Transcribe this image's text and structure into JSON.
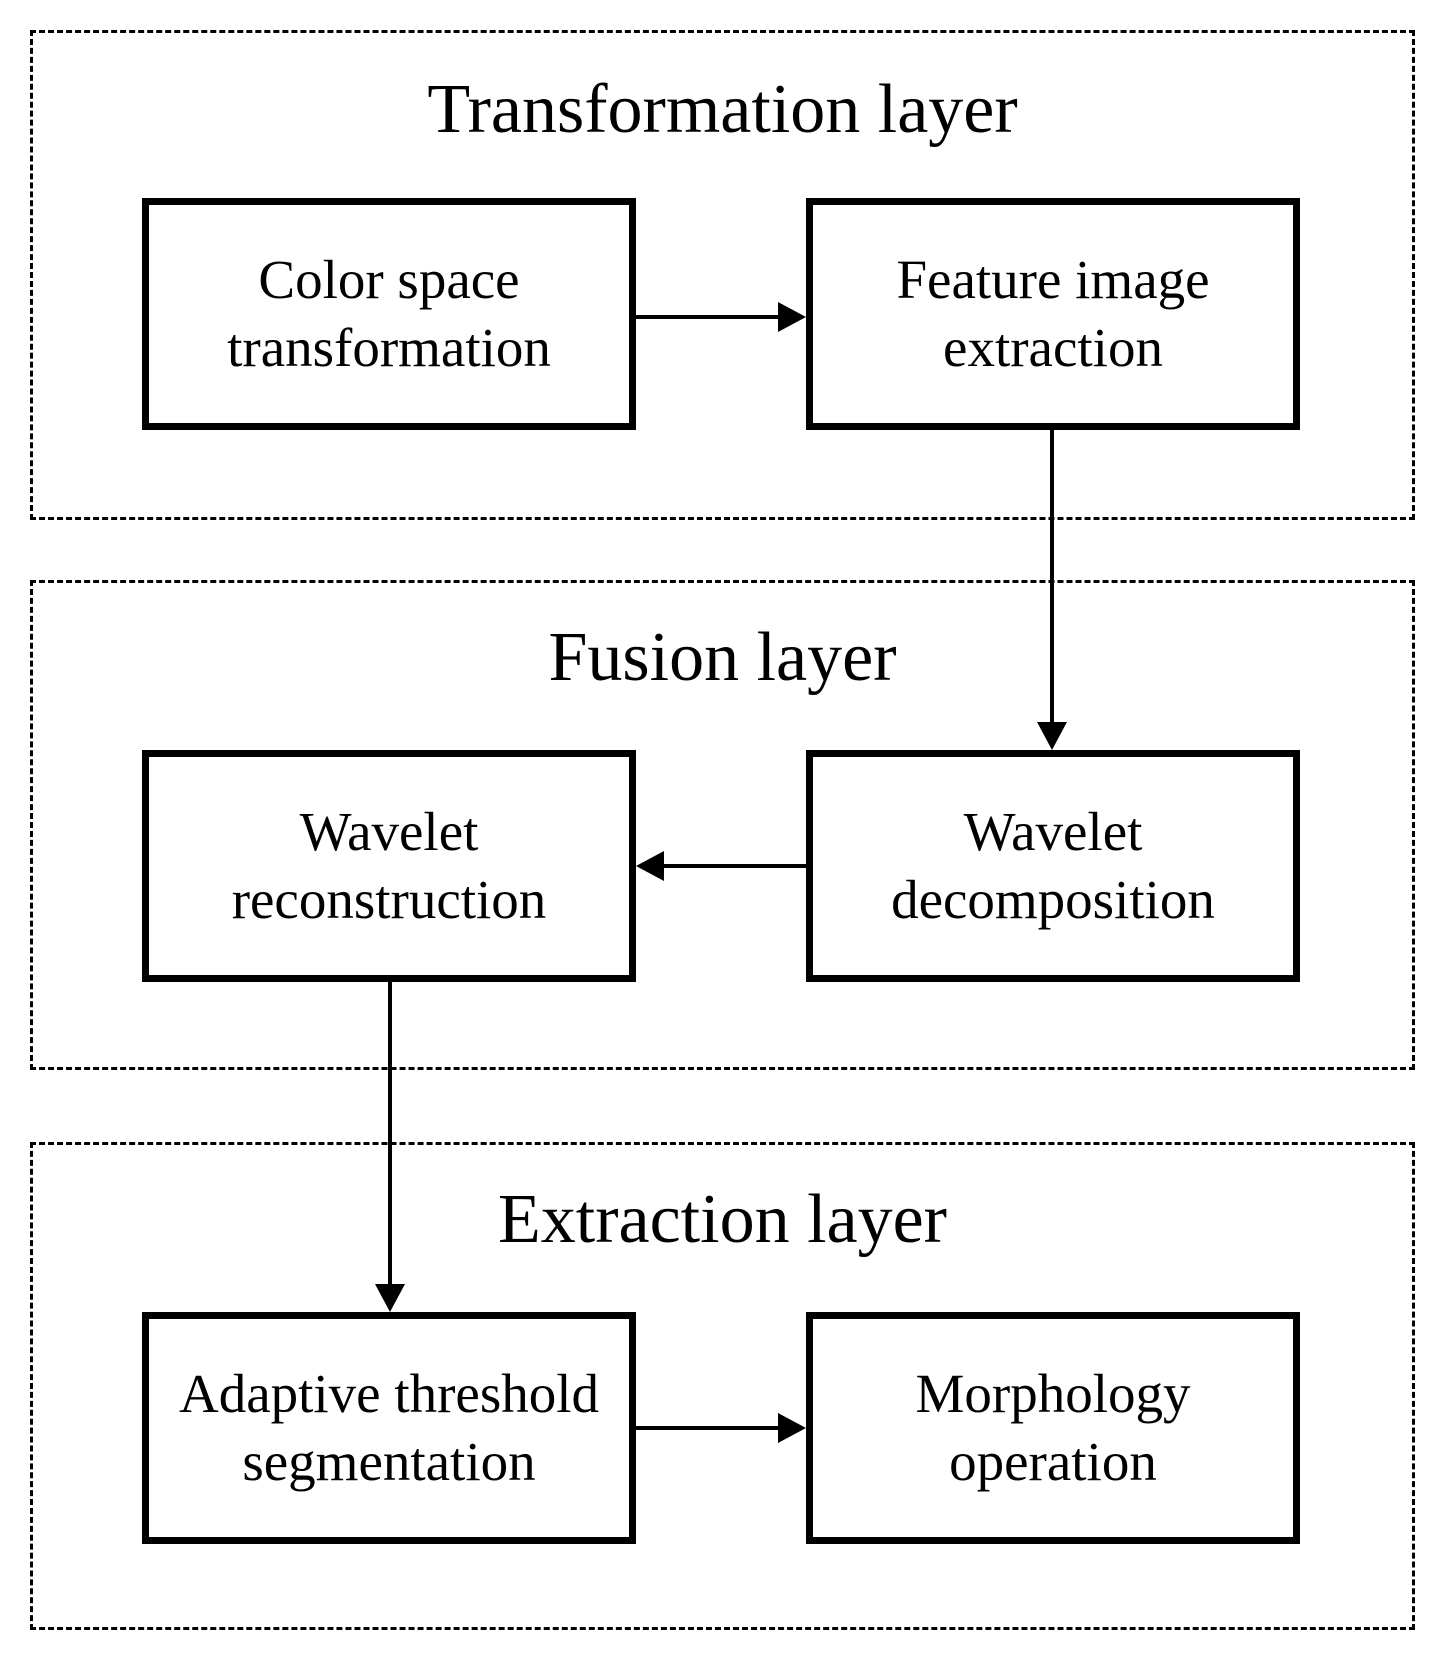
{
  "layers": {
    "transformation": "Transformation layer",
    "fusion": "Fusion layer",
    "extraction": "Extraction layer"
  },
  "nodes": {
    "color_space": "Color space\ntransformation",
    "feature_image": "Feature  image\nextraction",
    "wavelet_reconstruction": "Wavelet\nreconstruction",
    "wavelet_decomposition": "Wavelet\ndecomposition",
    "adaptive_threshold": "Adaptive threshold\nsegmentation",
    "morphology": "Morphology\noperation"
  },
  "edges": [
    {
      "from": "Color space transformation",
      "to": "Feature image extraction"
    },
    {
      "from": "Feature image extraction",
      "to": "Wavelet decomposition"
    },
    {
      "from": "Wavelet decomposition",
      "to": "Wavelet reconstruction"
    },
    {
      "from": "Wavelet reconstruction",
      "to": "Adaptive threshold segmentation"
    },
    {
      "from": "Adaptive threshold segmentation",
      "to": "Morphology operation"
    }
  ]
}
